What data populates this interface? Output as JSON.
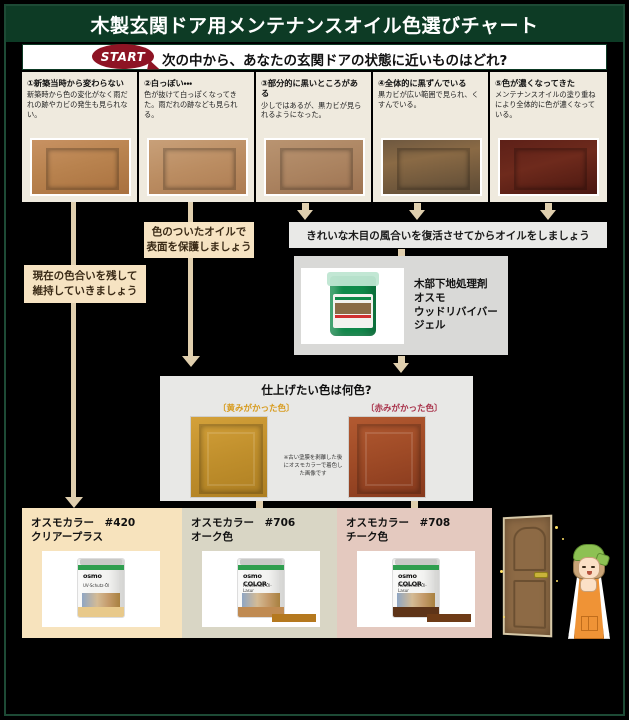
{
  "header": {
    "title": "木製玄関ドア用メンテナンスオイル色選びチャート"
  },
  "start": {
    "badge": "START",
    "question": "次の中から、あなたの玄関ドアの状態に近いものはどれ?"
  },
  "options": [
    {
      "title": "①新築当時から変わらない",
      "desc": "新築時から色の変化がなく雨だれの跡やカビの発生も見られない。",
      "photo_alt": "door-photo-new"
    },
    {
      "title": "②白っぽい・・・",
      "desc": "色が抜けて白っぽくなってきた。雨だれの跡なども見られる。",
      "photo_alt": "door-photo-whitish"
    },
    {
      "title": "③部分的に黒いところがある",
      "desc": "少しではあるが、黒カビが見られるようになった。",
      "photo_alt": "door-photo-partial-black"
    },
    {
      "title": "④全体的に黒ずんでいる",
      "desc": "黒カビが広い範囲で見られ、くすんでいる。",
      "photo_alt": "door-photo-overall-dark"
    },
    {
      "title": "⑤色が濃くなってきた",
      "desc": "メンテナンスオイルの塗り重ねにより全体的に色が濃くなっている。",
      "photo_alt": "door-photo-darkened"
    }
  ],
  "advice": {
    "keep_color": "現在の色合いを残して\n維持していきましょう",
    "keep_color_line1": "現在の色合いを残して",
    "keep_color_line2": "維持していきましょう",
    "colored_oil_line1": "色のついたオイルで",
    "colored_oil_line2": "表面を保護しましょう",
    "revive": "きれいな木目の風合いを復活させてからオイルをしましょう"
  },
  "gel_product": {
    "line1": "木部下地処理剤",
    "line2": "オスモ",
    "line3": "ウッドリバイバー",
    "line4": "ジェル",
    "photo_alt": "osmo-wood-reviver-gel-jar"
  },
  "finish": {
    "title": "仕上げたい色は何色?",
    "swatch_yellow": "〔黄みがかった色〕",
    "swatch_red": "〔赤みがかった色〕",
    "note": "※古い塗膜を剥離した後にオスモカラーで着色した画像です",
    "swatch_yellow_color": "#c08f2c",
    "swatch_red_color": "#9e4a26"
  },
  "products": [
    {
      "title_line1": "オスモカラー　#420",
      "title_line2": "クリアープラス",
      "can_brand": "osmo",
      "can_sub": "UV-Schutz-Öl",
      "chip_color": "#ffffff",
      "box_color": "#f7e3bd",
      "photo_alt": "osmo-420-clear-plus-can"
    },
    {
      "title_line1": "オスモカラー　#706",
      "title_line2": "オーク色",
      "can_brand": "osmo COLOR",
      "can_sub": "Holzschutz Öl-Lasur",
      "chip_color": "#b5791f",
      "box_color": "#d9d6c5",
      "photo_alt": "osmo-706-oak-can"
    },
    {
      "title_line1": "オスモカラー　#708",
      "title_line2": "チーク色",
      "can_brand": "osmo COLOR",
      "can_sub": "Holzschutz Öl-Lasur",
      "chip_color": "#6e3b16",
      "box_color": "#e4c9bf",
      "photo_alt": "osmo-708-teak-can"
    }
  ],
  "illustration": {
    "door_alt": "wooden-entrance-door",
    "person_alt": "happy-woman-in-apron"
  },
  "colors": {
    "header_green": "#0d3b25",
    "background": "#000000",
    "connector_beige": "#e0cfae",
    "label_beige": "#f6e3c2",
    "panel_gray": "#e9e9e7",
    "start_red": "#8e1424"
  }
}
